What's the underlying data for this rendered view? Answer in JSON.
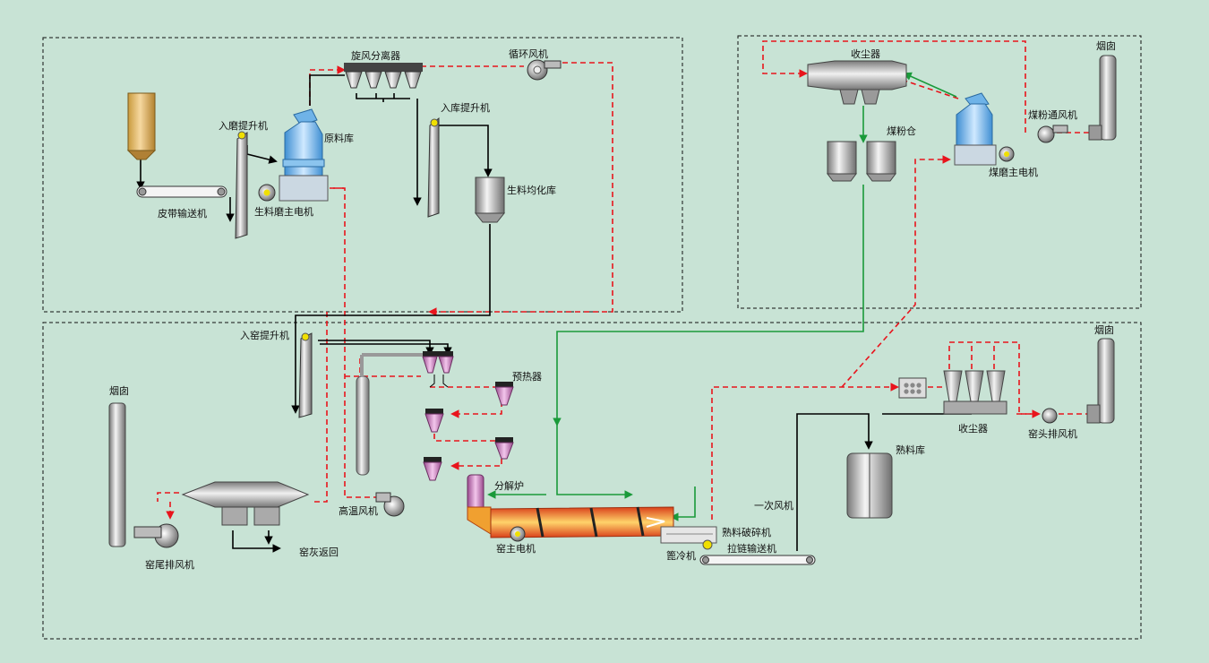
{
  "colors": {
    "background": "#c8e3d5",
    "raw_material_flow": "#000000",
    "gas_flow": "#e8141c",
    "coal_powder_flow": "#1a9a3a",
    "cyclone_fill": "#c86fb8",
    "kiln_fill": "#f0a030",
    "mill_fill": "#6fb3e8",
    "silo_fill": "#a8a8a8"
  },
  "labels": {
    "cyclone_separator": "旋风分离器",
    "circulating_fan": "循环风机",
    "mill_bucket_elevator": "入磨提升机",
    "raw_material_bin": "原料库",
    "storage_bucket_elevator": "入库提升机",
    "belt_conveyor": "皮带输送机",
    "raw_mill_motor": "生料磨主电机",
    "raw_meal_homogenizing_silo": "生料均化库",
    "dust_collector_top": "收尘器",
    "chimney_top": "烟囱",
    "coal_powder_fan": "煤粉通风机",
    "coal_powder_bin": "煤粉仓",
    "coal_mill_motor": "煤磨主电机",
    "kiln_bucket_elevator": "入窑提升机",
    "chimney_left": "烟囱",
    "preheater": "预热器",
    "calciner": "分解炉",
    "high_temp_fan": "高温风机",
    "kiln_tail_exhaust_fan": "窑尾排风机",
    "kiln_ash_return": "窑灰返回",
    "kiln_main_motor": "窑主电机",
    "primary_air_fan": "一次风机",
    "clinker_crusher": "熟料破碎机",
    "grate_cooler": "篦冷机",
    "drag_chain_conveyor": "拉链输送机",
    "clinker_silo": "熟料库",
    "dust_collector_bottom": "收尘器",
    "chimney_right": "烟囱",
    "kiln_head_exhaust_fan": "窑头排风机"
  }
}
